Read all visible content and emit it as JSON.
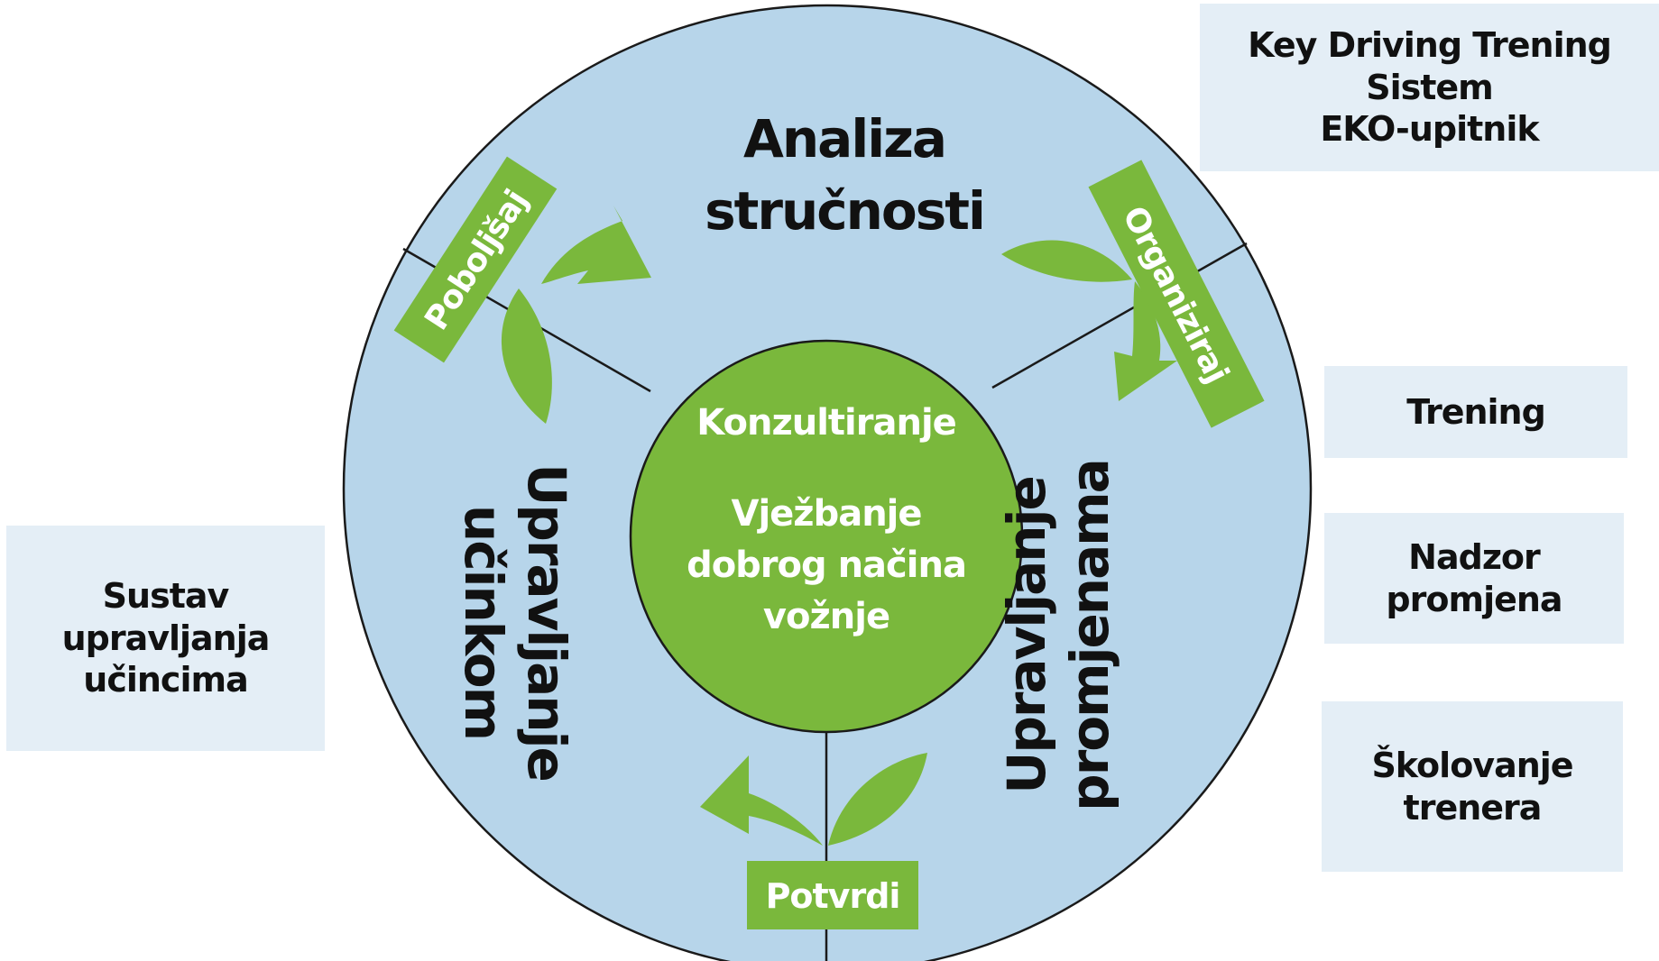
{
  "colors": {
    "circle_fill": "#b7d5ea",
    "green": "#7ab83c",
    "box_fill": "#e4eef6",
    "text_dark": "#111111"
  },
  "segments": {
    "top": [
      "Analiza",
      "stručnosti"
    ],
    "left": [
      "Upravljanje",
      "učinkom"
    ],
    "right": [
      "Upravljanje",
      "promjenama"
    ]
  },
  "center": {
    "line1": "Konzultiranje",
    "line2": [
      "Vježbanje",
      "dobrog načina",
      "vožnje"
    ]
  },
  "tags": {
    "improve": "Poboljšaj",
    "organize": "Organiziraj",
    "confirm": "Potvrdi"
  },
  "side_boxes": {
    "key_driving": [
      "Key Driving Trening",
      "Sistem",
      "EKO-upitnik"
    ],
    "training": [
      "Trening"
    ],
    "change_supervision": [
      "Nadzor",
      "promjena"
    ],
    "trainer_education": [
      "Školovanje",
      "trenera"
    ],
    "performance_system": [
      "Sustav",
      "upravljanja",
      "učincima"
    ]
  },
  "icons": [
    "leaf-arrow-icon",
    "leaf-icon"
  ]
}
